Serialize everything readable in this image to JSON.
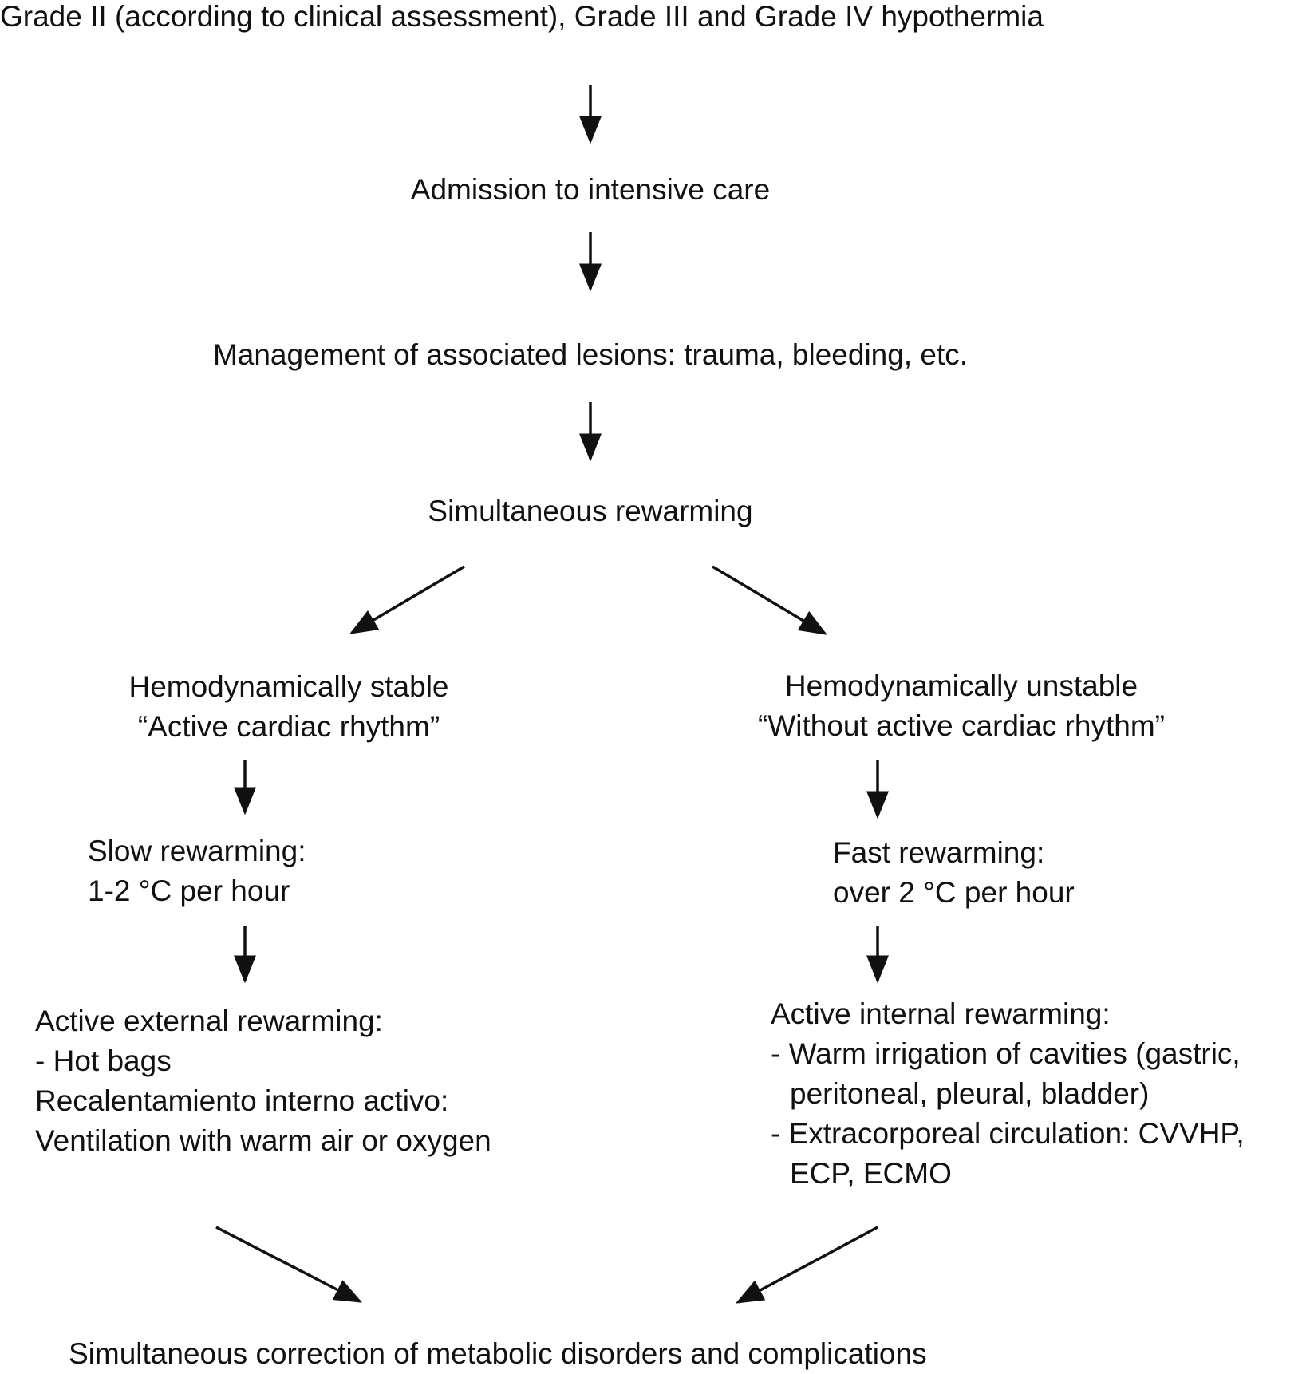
{
  "nodes": {
    "start": "Grade II (according to clinical assessment), Grade III and Grade IV hypothermia",
    "admission": "Admission to intensive care",
    "management": "Management of associated lesions: trauma, bleeding, etc.",
    "simultaneous": "Simultaneous rewarming",
    "stable": {
      "line1": "Hemodynamically stable",
      "line2": "“Active cardiac rhythm”"
    },
    "unstable": {
      "line1": "Hemodynamically unstable",
      "line2": "“Without active cardiac rhythm”"
    },
    "slow": {
      "line1": "Slow rewarming:",
      "line2": "1-2 °C per hour"
    },
    "fast": {
      "line1": "Fast rewarming:",
      "line2": "over 2 °C per hour"
    },
    "external": {
      "line1": "Active external rewarming:",
      "line2": "- Hot bags",
      "line3": "Recalentamiento interno activo:",
      "line4": "Ventilation with warm air or oxygen"
    },
    "internal": {
      "line1": "Active internal rewarming:",
      "line2": "- Warm irrigation of cavities (gastric,",
      "line3": "peritoneal, pleural, bladder)",
      "line4": "- Extracorporeal circulation: CVVHP,",
      "line5": "ECP, ECMO"
    },
    "final": "Simultaneous correction of metabolic disorders and complications"
  }
}
